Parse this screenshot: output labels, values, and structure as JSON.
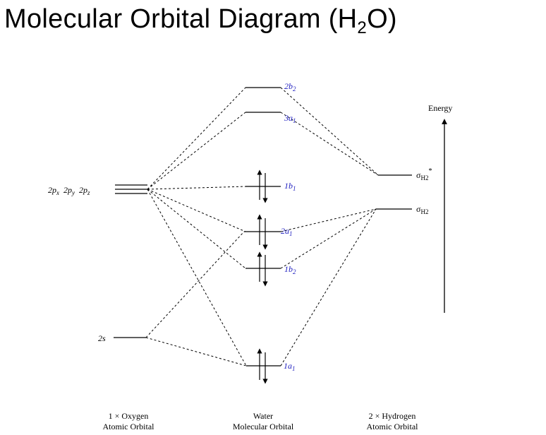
{
  "title": {
    "prefix": "Molecular Orbital Diagram (H",
    "sub": "2",
    "suffix": "O)"
  },
  "energy_label": "Energy",
  "columns": [
    {
      "line1": "1 × Oxygen",
      "line2": "Atomic Orbital"
    },
    {
      "line1": "Water",
      "line2": "Molecular Orbital"
    },
    {
      "line1": "2 × Hydrogen",
      "line2": "Atomic Orbital"
    }
  ],
  "oxygen_levels": {
    "p_label": {
      "a": "2p",
      "as": "x",
      "b": "2p",
      "bs": "y",
      "c": "2p",
      "cs": "z"
    },
    "s_label": "2s"
  },
  "molecular_orbitals": [
    {
      "id": "2b2",
      "base": "2b",
      "sub": "2",
      "electrons": 0
    },
    {
      "id": "3a1",
      "base": "3a",
      "sub": "1",
      "electrons": 0
    },
    {
      "id": "1b1",
      "base": "1b",
      "sub": "1",
      "electrons": 2
    },
    {
      "id": "2a1",
      "base": "2a",
      "sub": "1",
      "electrons": 2
    },
    {
      "id": "1b2",
      "base": "1b",
      "sub": "2",
      "electrons": 2
    },
    {
      "id": "1a1",
      "base": "1a",
      "sub": "1",
      "electrons": 2
    }
  ],
  "hydrogen_levels": [
    {
      "id": "sigmaH2star",
      "base": "σ",
      "sub": "H2",
      "sup": "*"
    },
    {
      "id": "sigmaH2",
      "base": "σ",
      "sub": "H2",
      "sup": ""
    }
  ],
  "colors": {
    "mo_label": "#1f1fbf",
    "line": "#000000"
  }
}
